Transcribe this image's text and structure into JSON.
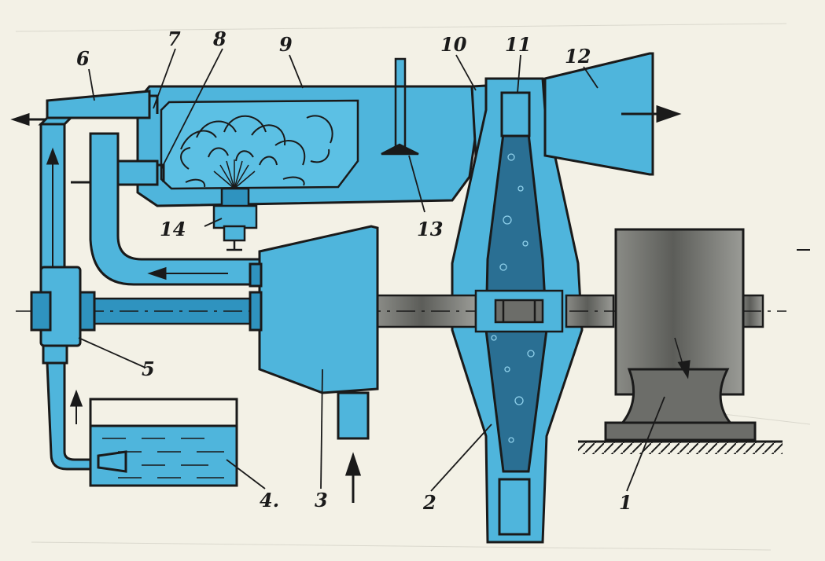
{
  "diagram": {
    "type": "schematic",
    "colors": {
      "paper": "#f3f1e6",
      "fill": "#4fb5dc",
      "fill_dark": "#2f93bf",
      "liquid": "#2a6f93",
      "metal": "#7b7c78",
      "ink": "#1a1a1a"
    },
    "callouts": [
      {
        "id": "1",
        "text": "1"
      },
      {
        "id": "2",
        "text": "2"
      },
      {
        "id": "3",
        "text": "3"
      },
      {
        "id": "4",
        "text": "4."
      },
      {
        "id": "5",
        "text": "5"
      },
      {
        "id": "6",
        "text": "6"
      },
      {
        "id": "7",
        "text": "7"
      },
      {
        "id": "8",
        "text": "8"
      },
      {
        "id": "9",
        "text": "9"
      },
      {
        "id": "10",
        "text": "10"
      },
      {
        "id": "11",
        "text": "11"
      },
      {
        "id": "12",
        "text": "12"
      },
      {
        "id": "13",
        "text": "13"
      },
      {
        "id": "14",
        "text": "14"
      }
    ]
  }
}
